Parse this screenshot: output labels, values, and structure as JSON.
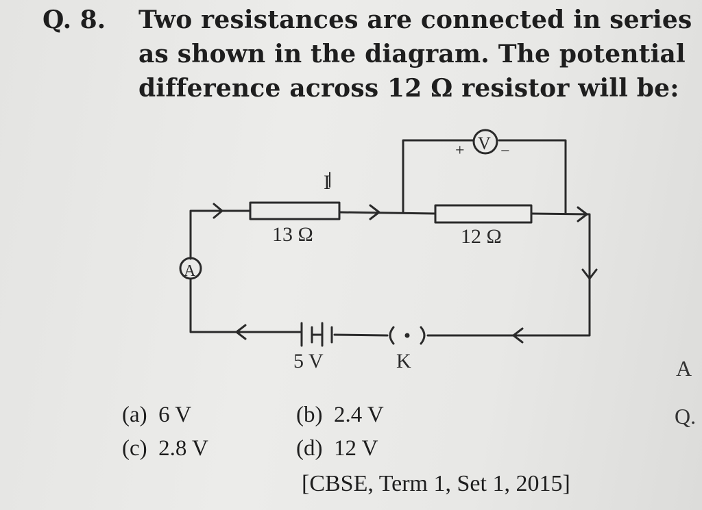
{
  "question": {
    "number": "Q. 8.",
    "lines": [
      "Two resistances are connected in series",
      "as shown in the diagram. The potential",
      "difference across 12 Ω resistor will be:"
    ]
  },
  "circuit": {
    "resistor_1_label": "13 Ω",
    "resistor_2_label": "12 Ω",
    "current_label": "I",
    "ammeter_label": "A",
    "voltmeter_label": "V",
    "voltmeter_plus": "+",
    "voltmeter_minus": "−",
    "battery_label": "5 V",
    "key_label": "K"
  },
  "options": [
    {
      "tag": "(a)",
      "text": "6 V"
    },
    {
      "tag": "(b)",
      "text": "2.4 V"
    },
    {
      "tag": "(c)",
      "text": "2.8 V"
    },
    {
      "tag": "(d)",
      "text": "12 V"
    }
  ],
  "source": "[CBSE, Term 1, Set 1, 2015]",
  "edge_fragments": {
    "right_1": "A",
    "right_2": "Q."
  }
}
